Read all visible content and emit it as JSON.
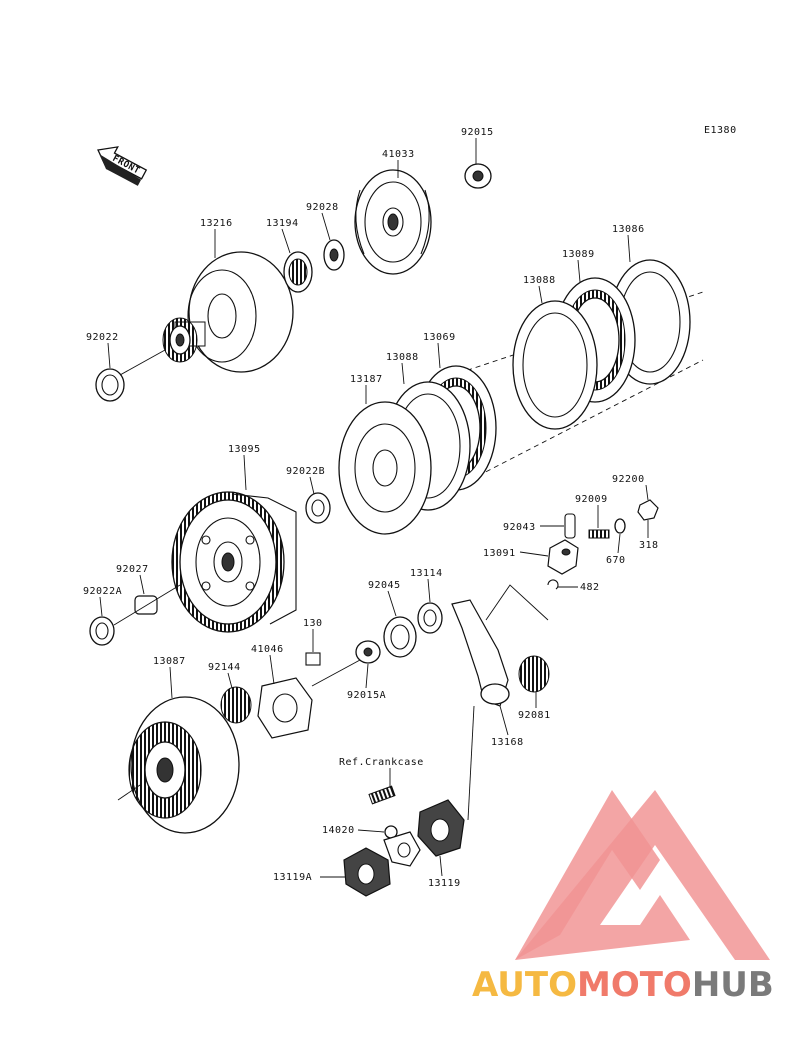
{
  "diagram": {
    "ref_code": "E1380",
    "front_label": "FRONT",
    "crankcase_ref": "Ref.Crankcase",
    "parts": [
      {
        "id": "p41033",
        "label": "41033"
      },
      {
        "id": "p92015",
        "label": "92015"
      },
      {
        "id": "p13216",
        "label": "13216"
      },
      {
        "id": "p13194",
        "label": "13194"
      },
      {
        "id": "p92028",
        "label": "92028"
      },
      {
        "id": "p13086",
        "label": "13086"
      },
      {
        "id": "p13089",
        "label": "13089"
      },
      {
        "id": "p13088a",
        "label": "13088"
      },
      {
        "id": "p92022",
        "label": "92022"
      },
      {
        "id": "p13069",
        "label": "13069"
      },
      {
        "id": "p13088b",
        "label": "13088"
      },
      {
        "id": "p13187",
        "label": "13187"
      },
      {
        "id": "p13095",
        "label": "13095"
      },
      {
        "id": "p92022B",
        "label": "92022B"
      },
      {
        "id": "p92200",
        "label": "92200"
      },
      {
        "id": "p92009",
        "label": "92009"
      },
      {
        "id": "p92043",
        "label": "92043"
      },
      {
        "id": "p318",
        "label": "318"
      },
      {
        "id": "p13091",
        "label": "13091"
      },
      {
        "id": "p670",
        "label": "670"
      },
      {
        "id": "p92027",
        "label": "92027"
      },
      {
        "id": "p92022A",
        "label": "92022A"
      },
      {
        "id": "p482",
        "label": "482"
      },
      {
        "id": "p92045",
        "label": "92045"
      },
      {
        "id": "p13114",
        "label": "13114"
      },
      {
        "id": "p130",
        "label": "130"
      },
      {
        "id": "p13087",
        "label": "13087"
      },
      {
        "id": "p92144",
        "label": "92144"
      },
      {
        "id": "p41046",
        "label": "41046"
      },
      {
        "id": "p92015A",
        "label": "92015A"
      },
      {
        "id": "p92081",
        "label": "92081"
      },
      {
        "id": "p13168",
        "label": "13168"
      },
      {
        "id": "p14020",
        "label": "14020"
      },
      {
        "id": "p13119A",
        "label": "13119A"
      },
      {
        "id": "p13119",
        "label": "13119"
      }
    ]
  },
  "watermark": {
    "text_part1": "AUTO",
    "text_part2": "MOTO",
    "text_part3": "HUB",
    "colors": {
      "logo": "#f08a8a",
      "auto": "#f5b942",
      "moto": "#f07a6a",
      "hub": "#7a7a7a"
    }
  }
}
